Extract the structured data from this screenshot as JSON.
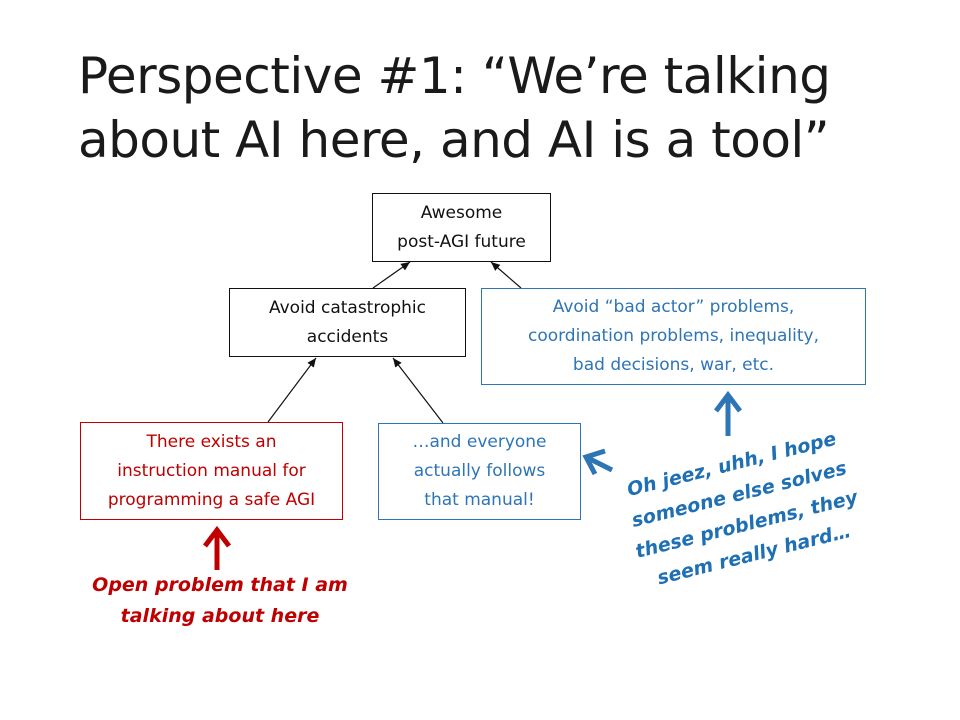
{
  "slide": {
    "title_lines": [
      "Perspective #1: “We’re talking",
      "about AI here, and AI is a tool”"
    ]
  },
  "boxes": {
    "future": {
      "lines": [
        "Awesome",
        "post-AGI future"
      ]
    },
    "avoid_accidents": {
      "lines": [
        "Avoid catastrophic",
        "accidents"
      ]
    },
    "avoid_bad_actor": {
      "lines": [
        "Avoid “bad actor” problems,",
        "coordination problems, inequality,",
        "bad decisions, war, etc."
      ]
    },
    "manual": {
      "lines": [
        "There exists an",
        "instruction manual for",
        "programming a safe AGI"
      ]
    },
    "follow": {
      "lines": [
        "…and everyone",
        "actually follows",
        "that manual!"
      ]
    }
  },
  "callouts": {
    "red": {
      "lines": [
        "Open problem that I am",
        "talking about here"
      ]
    },
    "blue": {
      "lines": [
        "Oh jeez, uhh, I hope",
        "someone else solves",
        "these problems, they",
        "seem really hard…"
      ]
    }
  },
  "colors": {
    "black": "#111111",
    "blue": "#2e75b6",
    "red": "#c00000",
    "callout_blue": "#1f6fb4"
  }
}
